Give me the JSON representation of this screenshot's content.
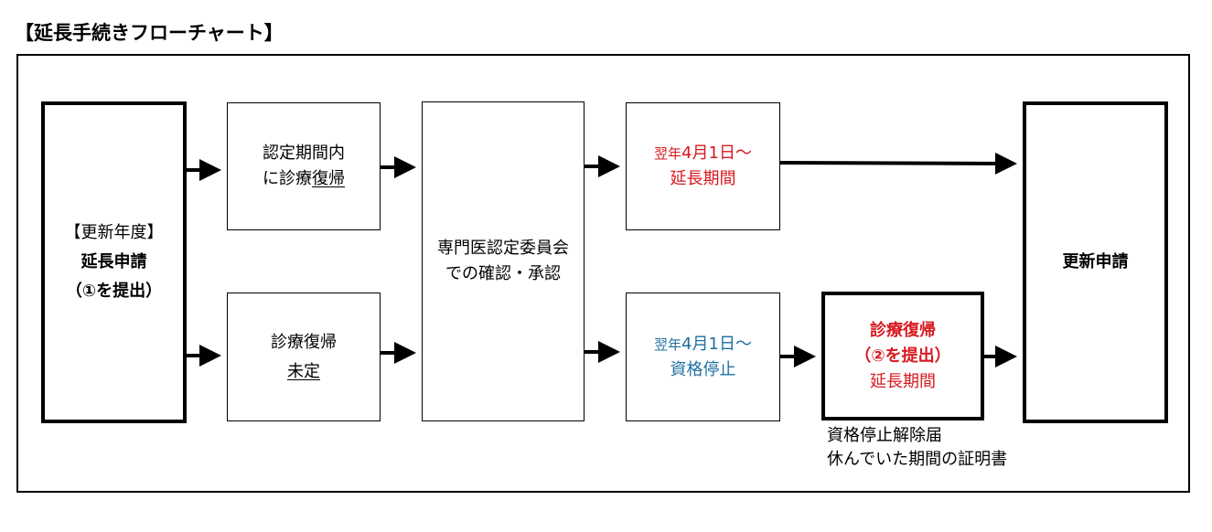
{
  "title": "【延長手続きフローチャート】",
  "colors": {
    "red": "#d71920",
    "teal": "#1e6fa0"
  },
  "nodes": {
    "extension_request": {
      "line1": "【更新年度】",
      "line2": "延長申請",
      "line3": "（①を提出）"
    },
    "returned_within": {
      "line1": "認定期間内",
      "line2_pre": "に診療",
      "line2_u": "復帰"
    },
    "not_returned": {
      "line1": "診療復帰",
      "line2": "未定"
    },
    "committee": {
      "line1": "専門医認定委員会",
      "line2": "での確認・承認"
    },
    "extension_period_top": {
      "line1_small": "翌年",
      "line1": "4月1日～",
      "line2": "延長期間"
    },
    "suspension": {
      "line1_small": "翌年",
      "line1": "4月1日～",
      "line2": "資格停止"
    },
    "return_submit": {
      "line1": "診療復帰",
      "line2": "（②を提出）",
      "line3": "延長期間"
    },
    "renewal": {
      "label": "更新申請"
    }
  },
  "notes": {
    "line1": "資格停止解除届",
    "line2": "休んでいた期間の証明書"
  }
}
